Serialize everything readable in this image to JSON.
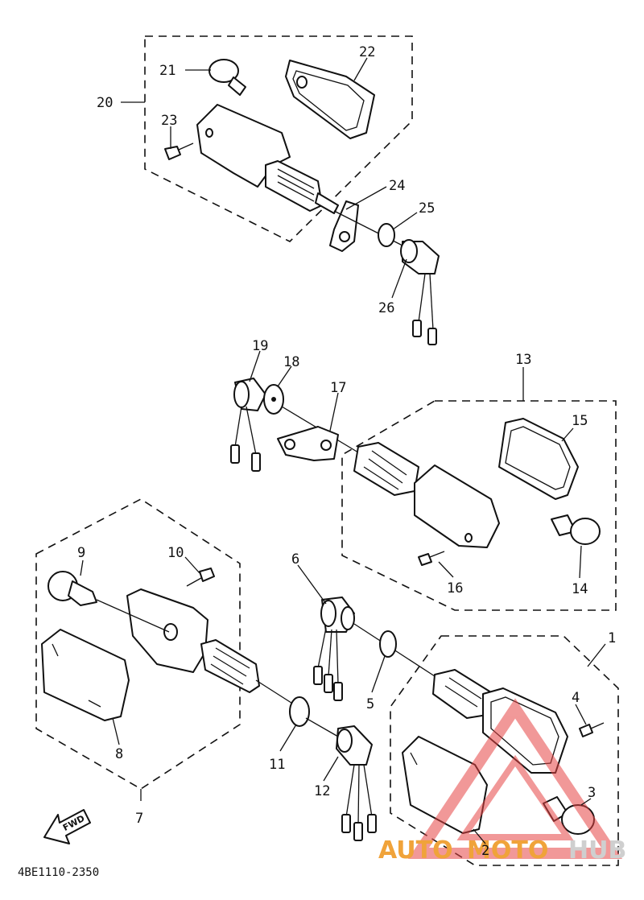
{
  "diagram": {
    "callouts": [
      "1",
      "2",
      "3",
      "4",
      "5",
      "6",
      "7",
      "8",
      "9",
      "10",
      "11",
      "12",
      "13",
      "14",
      "15",
      "16",
      "17",
      "18",
      "19",
      "20",
      "21",
      "22",
      "23",
      "24",
      "25",
      "26"
    ],
    "part_code": "4BE1110-2350",
    "fwd_label": "FWD"
  },
  "watermark": {
    "text_a": "AUTO",
    "text_b": "MOTO",
    "text_c": "HUB",
    "color_primary": "#f0a33a",
    "color_secondary": "#cfcfcf",
    "color_logo": "#e64545"
  }
}
